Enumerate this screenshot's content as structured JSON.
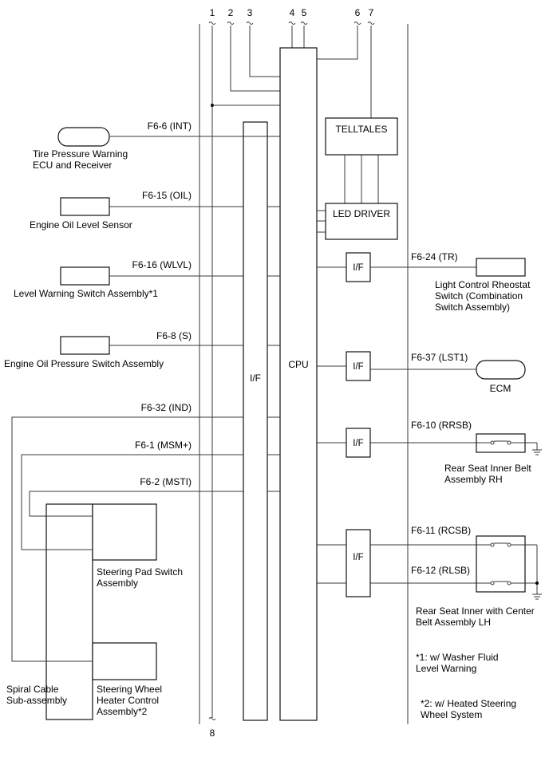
{
  "pins_top": [
    "1",
    "2",
    "3",
    "4",
    "5",
    "6",
    "7"
  ],
  "pin_bottom": "8",
  "blocks": {
    "cpu": "CPU",
    "interface_main": "I/F",
    "telltales": "TELLTALES",
    "led_driver": "LED DRIVER",
    "interface_small": "I/F"
  },
  "left_devices": [
    {
      "name": "Tire Pressure Warning",
      "name2": "ECU and Receiver",
      "terminal": "F6-6 (INT)"
    },
    {
      "name": "Engine Oil Level Sensor",
      "name2": "",
      "terminal": "F6-15 (OIL)"
    },
    {
      "name": "Level Warning Switch Assembly*1",
      "name2": "",
      "terminal": "F6-16 (WLVL)"
    },
    {
      "name": "Engine Oil Pressure Switch Assembly",
      "name2": "",
      "terminal": "F6-8 (S)"
    }
  ],
  "steering_terminals": [
    "F6-32 (IND)",
    "F6-1 (MSM+)",
    "F6-2 (MSTI)"
  ],
  "steering_parts": {
    "pad_switch": [
      "Steering Pad Switch",
      "Assembly"
    ],
    "heater_control": [
      "Steering Wheel",
      "Heater Control",
      "Assembly*2"
    ],
    "spiral_cable": [
      "Spiral Cable",
      "Sub-assembly"
    ]
  },
  "right_devices": [
    {
      "terminal": "F6-24 (TR)",
      "lines": [
        "Light Control Rheostat",
        "Switch (Combination",
        "Switch Assembly)"
      ]
    },
    {
      "terminal": "F6-37 (LST1)",
      "lines": [
        "ECM"
      ]
    },
    {
      "terminal": "F6-10 (RRSB)",
      "lines": [
        "Rear Seat Inner Belt",
        "Assembly RH"
      ]
    },
    {
      "terminal": "F6-11 (RCSB)",
      "lines": []
    },
    {
      "terminal": "F6-12 (RLSB)",
      "lines": [
        "Rear Seat Inner with Center",
        "Belt Assembly LH"
      ]
    }
  ],
  "notes": [
    [
      "*1: w/ Washer Fluid",
      "Level Warning"
    ],
    [
      "*2: w/ Heated Steering",
      "Wheel System"
    ]
  ]
}
